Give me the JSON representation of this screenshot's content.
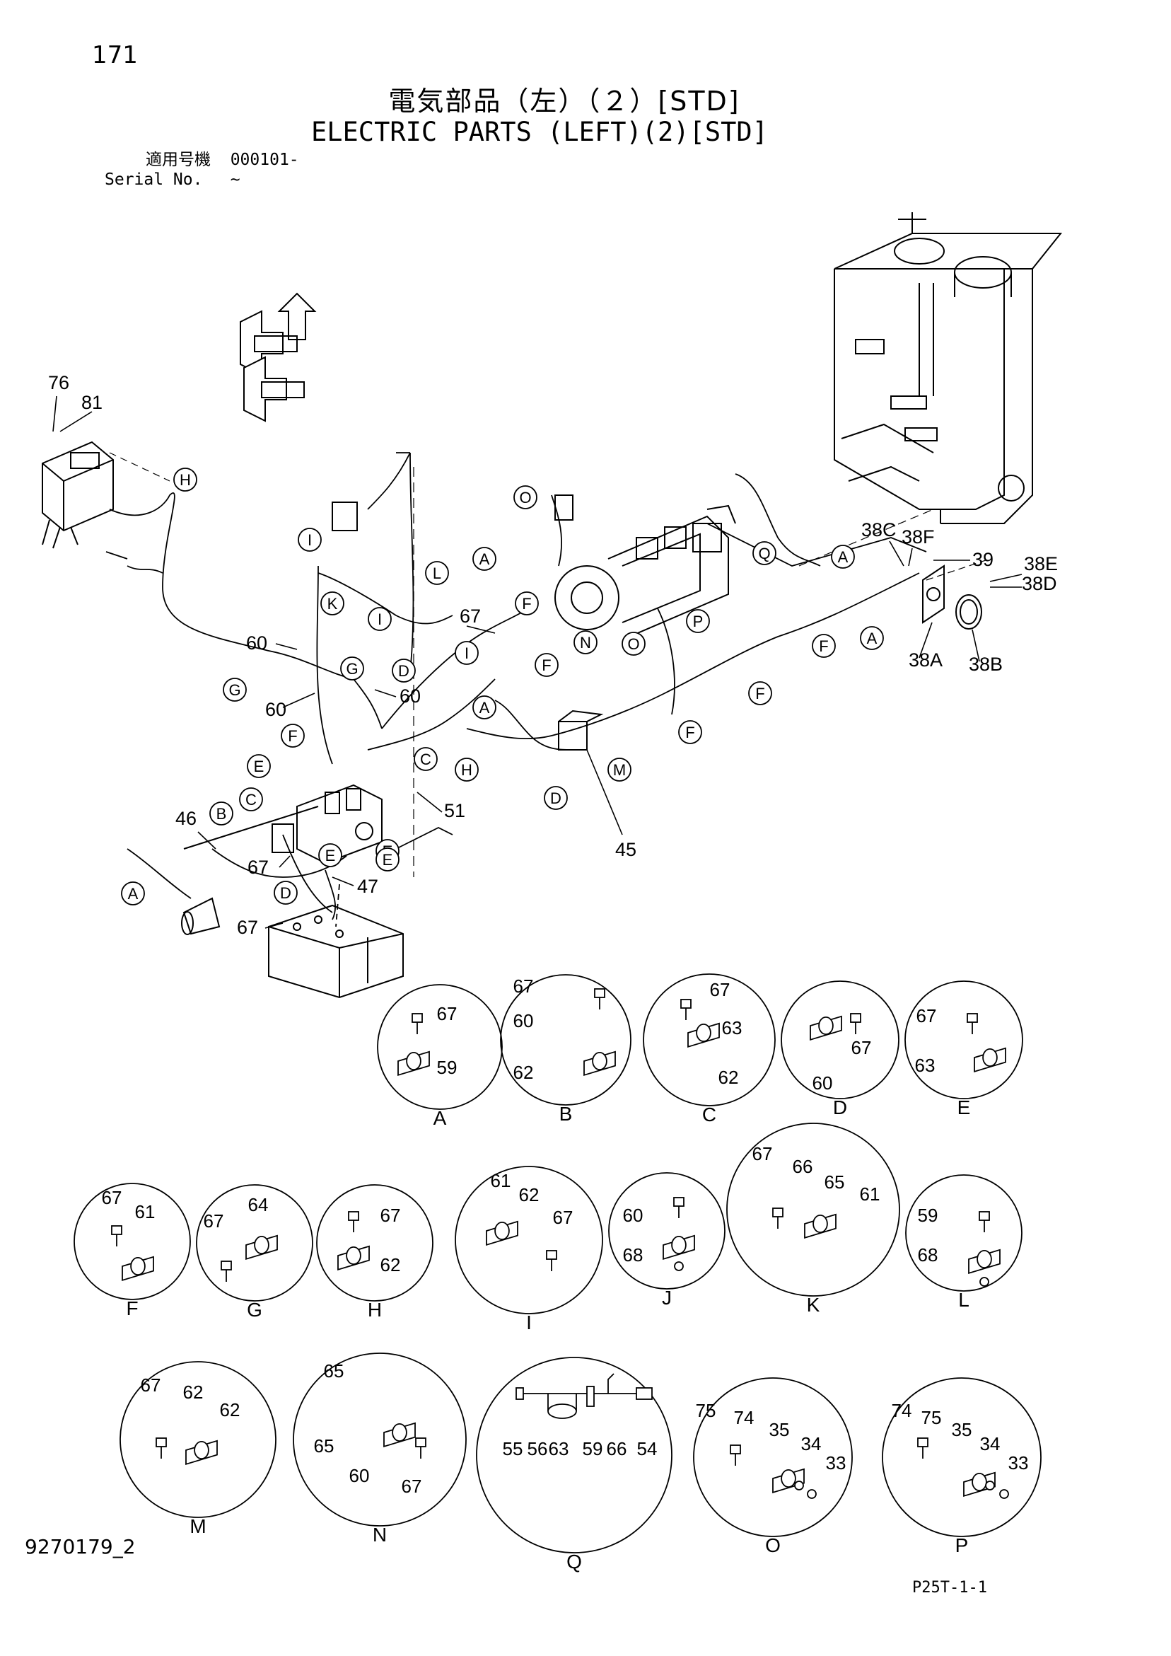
{
  "page_number": "171",
  "title_jp": "電気部品（左）（２）[STD]",
  "title_en": "ELECTRIC PARTS (LEFT)(2)[STD]",
  "serial": {
    "label_jp": "適用号機",
    "label_en": "Serial No.",
    "value": "000101-",
    "value2": "~"
  },
  "drawing_number": "9270179_2",
  "page_code": "P25T-1-1",
  "main_callouts": [
    {
      "id": "76",
      "text": "76"
    },
    {
      "id": "81",
      "text": "81"
    },
    {
      "id": "60a",
      "text": "60"
    },
    {
      "id": "60b",
      "text": "60"
    },
    {
      "id": "60c",
      "text": "60"
    },
    {
      "id": "67a",
      "text": "67"
    },
    {
      "id": "67b",
      "text": "67"
    },
    {
      "id": "67c",
      "text": "67"
    },
    {
      "id": "46",
      "text": "46"
    },
    {
      "id": "47",
      "text": "47"
    },
    {
      "id": "51",
      "text": "51"
    },
    {
      "id": "45",
      "text": "45"
    },
    {
      "id": "38A",
      "text": "38A"
    },
    {
      "id": "38B",
      "text": "38B"
    },
    {
      "id": "38C",
      "text": "38C"
    },
    {
      "id": "38D",
      "text": "38D"
    },
    {
      "id": "38E",
      "text": "38E"
    },
    {
      "id": "38F",
      "text": "38F"
    },
    {
      "id": "39",
      "text": "39"
    }
  ],
  "main_circle_refs": [
    "H",
    "I",
    "L",
    "K",
    "I",
    "G",
    "G",
    "D",
    "I",
    "F",
    "A",
    "O",
    "F",
    "F",
    "N",
    "O",
    "P",
    "Q",
    "A",
    "A",
    "F",
    "F",
    "F",
    "A",
    "C",
    "E",
    "H",
    "D",
    "M",
    "E",
    "B",
    "C",
    "D",
    "E",
    "E",
    "A"
  ],
  "details": [
    {
      "letter": "A",
      "labels": [
        "67",
        "59"
      ]
    },
    {
      "letter": "B",
      "labels": [
        "67",
        "60",
        "62"
      ]
    },
    {
      "letter": "C",
      "labels": [
        "67",
        "63",
        "62"
      ]
    },
    {
      "letter": "D",
      "labels": [
        "67",
        "60"
      ]
    },
    {
      "letter": "E",
      "labels": [
        "67",
        "63"
      ]
    },
    {
      "letter": "F",
      "labels": [
        "67",
        "61"
      ]
    },
    {
      "letter": "G",
      "labels": [
        "67",
        "64"
      ]
    },
    {
      "letter": "H",
      "labels": [
        "67",
        "62"
      ]
    },
    {
      "letter": "I",
      "labels": [
        "61",
        "62",
        "67"
      ]
    },
    {
      "letter": "J",
      "labels": [
        "60",
        "68"
      ]
    },
    {
      "letter": "K",
      "labels": [
        "67",
        "66",
        "65",
        "61"
      ]
    },
    {
      "letter": "L",
      "labels": [
        "59",
        "68"
      ]
    },
    {
      "letter": "M",
      "labels": [
        "67",
        "62",
        "62"
      ]
    },
    {
      "letter": "N",
      "labels": [
        "65",
        "65",
        "60",
        "67"
      ]
    },
    {
      "letter": "Q",
      "labels": [
        "55",
        "56",
        "63",
        "59",
        "66",
        "54"
      ]
    },
    {
      "letter": "O",
      "labels": [
        "75",
        "74",
        "35",
        "34",
        "33"
      ]
    },
    {
      "letter": "P",
      "labels": [
        "74",
        "75",
        "35",
        "34",
        "33"
      ]
    }
  ]
}
